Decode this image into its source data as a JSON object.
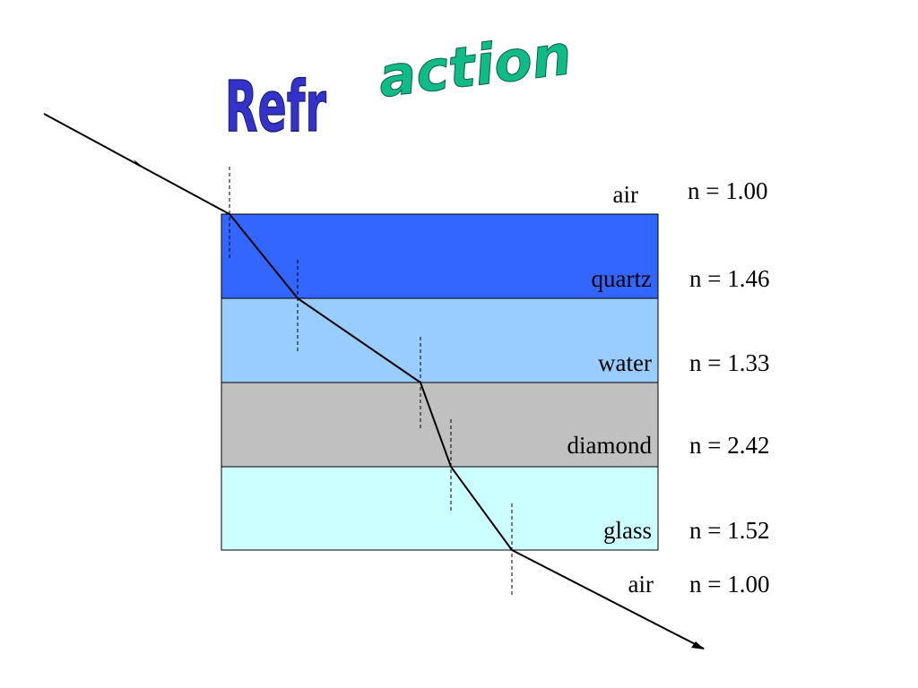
{
  "title": {
    "part1": "Refr",
    "part2": "action",
    "color1": "#3333cc",
    "color2": "#11bb88"
  },
  "layers": [
    {
      "material": "quartz",
      "n_label": "n = 1.46",
      "color": "#3366ff"
    },
    {
      "material": "water",
      "n_label": "n = 1.33",
      "color": "#99ccff"
    },
    {
      "material": "diamond",
      "n_label": "n = 2.42",
      "color": "#c0c0c0"
    },
    {
      "material": "glass",
      "n_label": "n = 1.52",
      "color": "#ccffff"
    }
  ],
  "top_medium": {
    "material": "air",
    "n_label": "n = 1.00"
  },
  "bottom_medium": {
    "material": "air",
    "n_label": "n = 1.00"
  }
}
